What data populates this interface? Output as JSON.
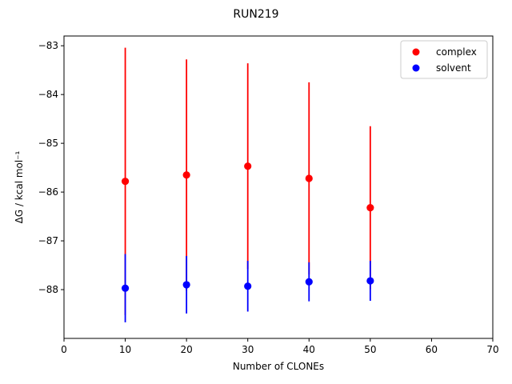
{
  "chart_data": {
    "type": "scatter",
    "title": "RUN219",
    "xlabel": "Number of CLONEs",
    "ylabel": "ΔG / kcal mol⁻¹",
    "xlim": [
      0,
      70
    ],
    "ylim": [
      -89.0,
      -82.8
    ],
    "xticks": [
      0,
      10,
      20,
      30,
      40,
      50,
      60,
      70
    ],
    "xtick_labels": [
      "0",
      "10",
      "20",
      "30",
      "40",
      "50",
      "60",
      "70"
    ],
    "yticks": [
      -88,
      -87,
      -86,
      -85,
      -84,
      -83
    ],
    "ytick_labels": [
      "−88",
      "−87",
      "−86",
      "−85",
      "−84",
      "−83"
    ],
    "grid": false,
    "legend": {
      "position": "top-right",
      "entries": [
        "complex",
        "solvent"
      ]
    },
    "series": [
      {
        "name": "complex",
        "color": "#ff0000",
        "x": [
          10,
          20,
          30,
          40,
          50
        ],
        "y": [
          -85.78,
          -85.65,
          -85.47,
          -85.72,
          -86.32
        ],
        "err": [
          2.74,
          2.37,
          2.11,
          1.97,
          1.67
        ]
      },
      {
        "name": "solvent",
        "color": "#0000ff",
        "x": [
          10,
          20,
          30,
          40,
          50
        ],
        "y": [
          -87.97,
          -87.9,
          -87.93,
          -87.84,
          -87.82
        ],
        "err": [
          0.7,
          0.59,
          0.52,
          0.4,
          0.41
        ]
      }
    ]
  }
}
